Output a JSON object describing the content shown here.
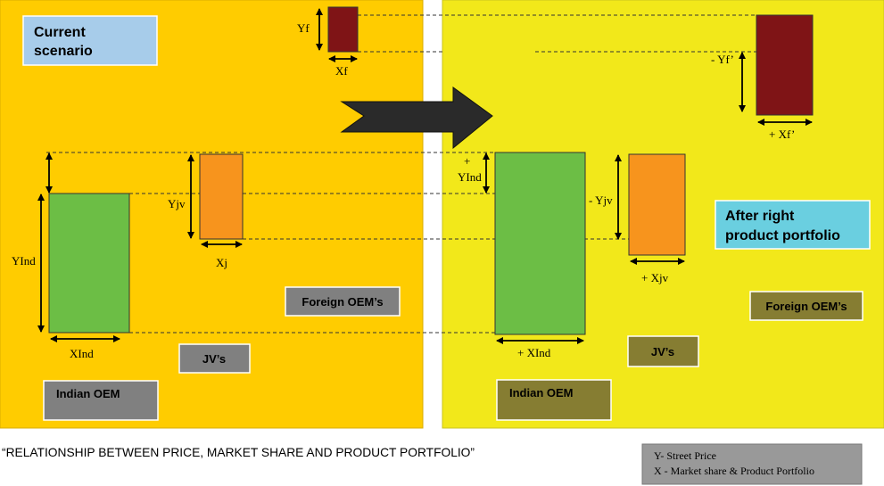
{
  "panels": {
    "left": {
      "label_line1": "Current",
      "label_line2": "scenario",
      "bg_color": "#FFCC00"
    },
    "right": {
      "label_line1": "After right",
      "label_line2": "product portfolio",
      "bg_color": "#F2E81A"
    }
  },
  "left_labels": {
    "yf": "Yf",
    "xf": "Xf",
    "yjv": "Yjv",
    "xj": "Xj",
    "yind": "YInd",
    "xind": "XInd"
  },
  "right_labels": {
    "yf": "- Yf’",
    "xf": "+ Xf’",
    "yjv": "- Yjv",
    "xjv": "+ Xjv",
    "yind_line1": "+",
    "yind_line2": "YInd",
    "xind": "+ XInd"
  },
  "boxes": {
    "foreign_left": "Foreign OEM’s",
    "jv_left": "JV’s",
    "indian_left": "Indian OEM",
    "foreign_right": "Foreign OEM’s",
    "jv_right": "JV’s",
    "indian_right": "Indian OEM"
  },
  "caption": "“RELATIONSHIP BETWEEN PRICE, MARKET SHARE AND PRODUCT PORTFOLIO”",
  "legend": {
    "line1": "Y- Street Price",
    "line2": "X - Market share & Product Portfolio"
  },
  "colors": {
    "green": "#6CBE45",
    "orange": "#F7941D",
    "maroon": "#7F1416",
    "grey_box": "#808080",
    "olive_box": "#867D32",
    "blue_box": "#A7CCEA",
    "cyan_box": "#6ACFE0",
    "legend_box": "#999999"
  }
}
